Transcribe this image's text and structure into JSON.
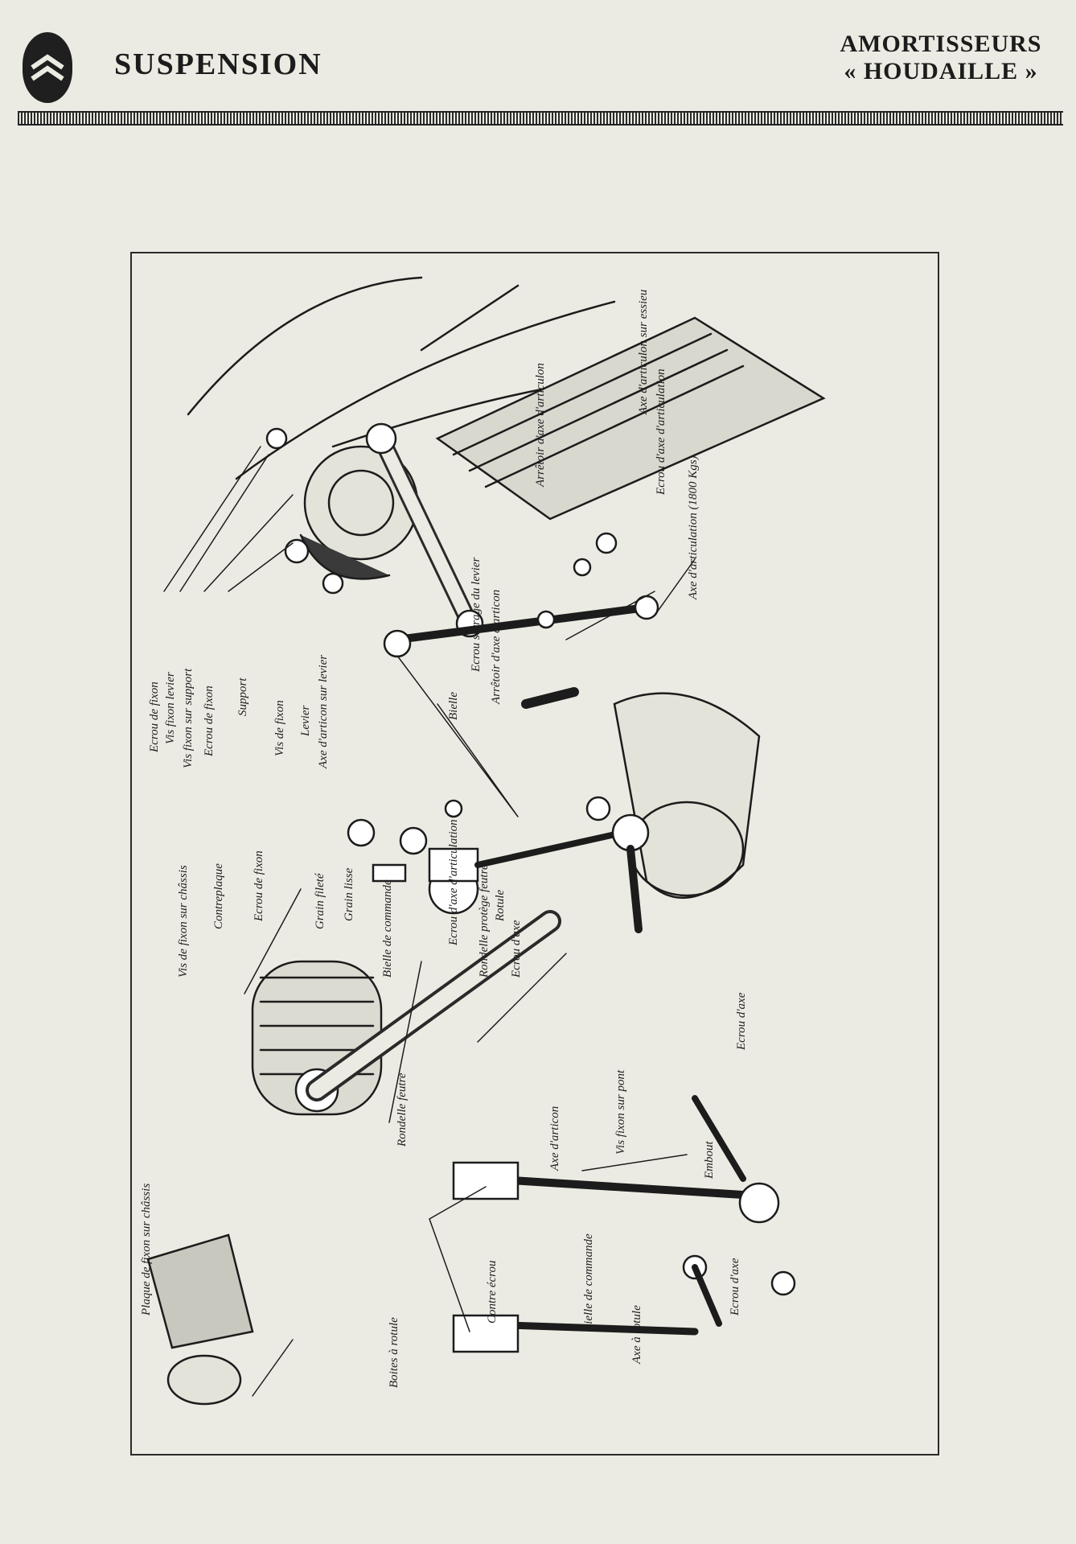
{
  "header": {
    "section_title": "SUSPENSION",
    "right_title_line1": "AMORTISSEURS",
    "right_title_line2": "« HOUDAILLE »"
  },
  "colors": {
    "paper": "#ecebe3",
    "ink": "#1c1c1c"
  },
  "logo": {
    "icon": "double-chevron-icon"
  },
  "labels": {
    "ecrou_fix_1": "Ecrou de fixon",
    "vis_fix_levier": "Vis fixon levier",
    "vis_fix_support": "Vis fixon sur support",
    "ecrou_fix_2": "Ecrou de fixon",
    "support": "Support",
    "vis_fix": "Vis de fixon",
    "levier": "Levier",
    "axe_artic_levier": "Axe d'articon sur levier",
    "bielle_top": "Bielle",
    "ecrou_serrage": "Ecrou serrage du levier",
    "arretoir_axe_artic": "Arrêtoir d'axe d'articon",
    "ecrou_axe_articulation": "Ecrou d'axe d'articulation",
    "arretoir_axe_articulation": "Arrêtoir d'axe d'articulon",
    "axe_articul_essieu": "Axe d'articulon sur essieu",
    "axe_articulation_1800": "Axe d'articulation (1800 Kgs)",
    "ecrou_axe_articulation_2": "Ecrou d'axe d'articulation",
    "vis_fix_chassis": "Vis de fixon sur châssis",
    "contreplaque": "Contreplaque",
    "ecrou_fix_3": "Ecrou de fixon",
    "grain_filete": "Grain fileté",
    "grain_lisse": "Grain lisse",
    "bielle_commande": "Bielle de commande",
    "rondelle_protege": "Rondelle protège feutre",
    "rotule": "Rotule",
    "ecrou_axe_1": "Ecrou d'axe",
    "ecrou_axe_2": "Ecrou d'axe",
    "plaque_fix": "Plaque de fixon sur châssis",
    "rondelle_feutre": "Rondelle feutre",
    "axe_artic": "Axe d'articon",
    "vis_fix_pont": "Vis fixon sur pont",
    "embout": "Embout",
    "boites_rotule": "Boites à rotule",
    "contre_ecrou": "Contre écrou",
    "bielle_commande_2": "Bielle de commande",
    "axe_rotule": "Axe à rotule",
    "ecrou_axe_3": "Ecrou d'axe"
  }
}
